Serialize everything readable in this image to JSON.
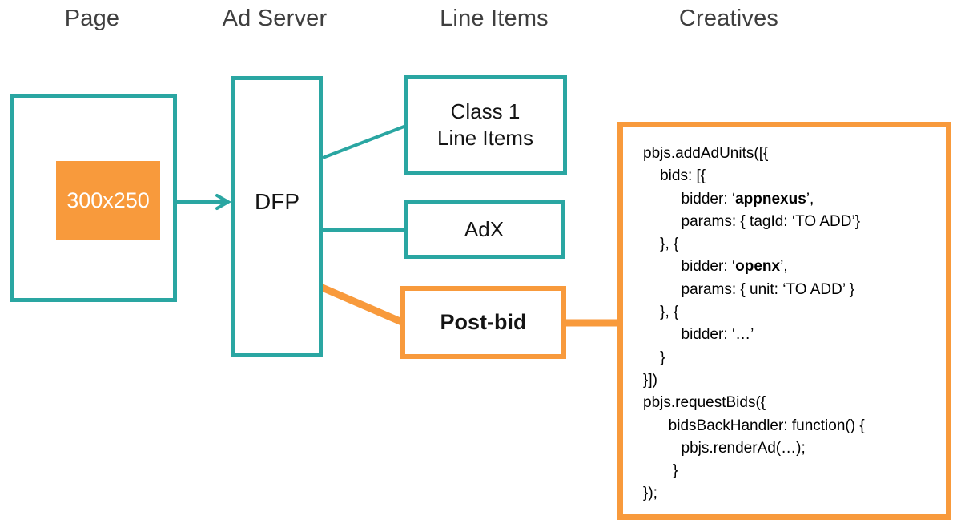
{
  "colors": {
    "teal": "#2aa6a2",
    "orange": "#f89a3c",
    "header_text": "#3f3f3f",
    "label_text": "#141414",
    "ad_slot_text": "#ffffff",
    "code_text": "#000000",
    "background": "#ffffff"
  },
  "headers": {
    "page": "Page",
    "ad_server": "Ad Server",
    "line_items": "Line Items",
    "creatives": "Creatives"
  },
  "page_column": {
    "ad_slot_label": "300x250"
  },
  "ad_server_column": {
    "dfp_label": "DFP"
  },
  "line_items_column": {
    "class1_line1": "Class 1",
    "class1_line2": "Line Items",
    "adx_label": "AdX",
    "postbid_label": "Post-bid"
  },
  "creatives_column": {
    "code_lines": [
      [
        [
          "pbjs.addAdUnits([{",
          false
        ]
      ],
      [
        [
          "    bids: [{",
          false
        ]
      ],
      [
        [
          "         bidder: ‘",
          false
        ],
        [
          "appnexus",
          true
        ],
        [
          "’,",
          false
        ]
      ],
      [
        [
          "         params: { tagId: ‘TO ADD’}",
          false
        ]
      ],
      [
        [
          "    }, {",
          false
        ]
      ],
      [
        [
          "         bidder: ‘",
          false
        ],
        [
          "openx",
          true
        ],
        [
          "’,",
          false
        ]
      ],
      [
        [
          "         params: { unit: ‘TO ADD’ }",
          false
        ]
      ],
      [
        [
          "    }, {",
          false
        ]
      ],
      [
        [
          "         bidder: ‘…’",
          false
        ]
      ],
      [
        [
          "    }",
          false
        ]
      ],
      [
        [
          "}])",
          false
        ]
      ],
      [
        [
          "pbjs.requestBids({",
          false
        ]
      ],
      [
        [
          "      bidsBackHandler: function() {",
          false
        ]
      ],
      [
        [
          "         pbjs.renderAd(…);",
          false
        ]
      ],
      [
        [
          "       }",
          false
        ]
      ],
      [
        [
          "});",
          false
        ]
      ]
    ]
  }
}
